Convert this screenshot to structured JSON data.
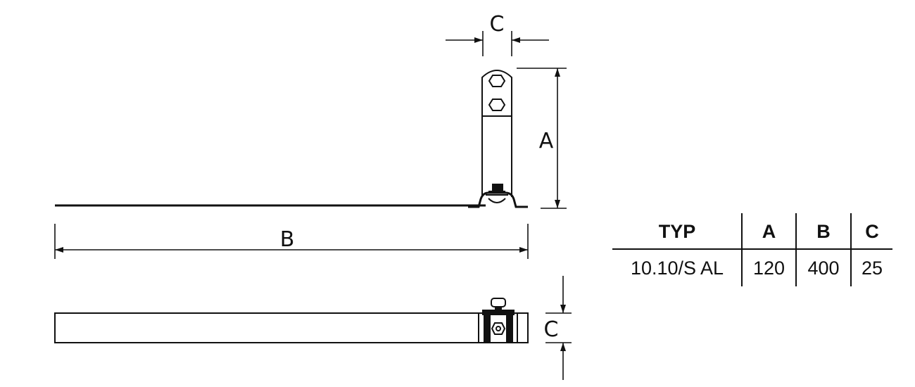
{
  "dimensions": {
    "top_width_label": "C",
    "height_label": "A",
    "length_label": "B",
    "bottom_width_label": "C"
  },
  "table": {
    "headers": [
      "TYP",
      "A",
      "B",
      "C"
    ],
    "rows": [
      [
        "10.10/S AL",
        "120",
        "400",
        "25"
      ]
    ]
  }
}
